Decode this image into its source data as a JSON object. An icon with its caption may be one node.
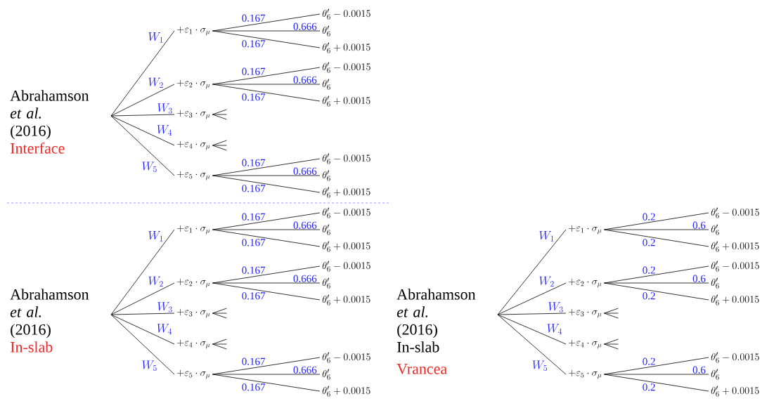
{
  "diagram": {
    "nodes": [
      {
        "text": [
          "Abrahamson *et al.* (2016)",
          "Interface"
        ]
      },
      {
        "text": [
          "+\\varepsilon_1 \\cdot \\sigma_\\mu"
        ]
      },
      {
        "text": [
          "\\theta'_6 - 0.0015"
        ]
      },
      {
        "text": [
          "\\theta'_6"
        ]
      },
      {
        "text": [
          "\\theta'_6 + 0.0015"
        ]
      },
      {
        "text": [
          "+\\varepsilon_2 \\cdot \\sigma_\\mu"
        ]
      },
      {
        "text": [
          "\\theta'_6 - 0.0015"
        ]
      },
      {
        "text": [
          "\\theta'_6"
        ]
      },
      {
        "text": [
          "\\theta'_6 + 0.0015"
        ]
      },
      {
        "text": [
          "+\\varepsilon_3 \\cdot \\sigma_\\mu"
        ]
      },
      {
        "text": [
          "+\\varepsilon_4 \\cdot \\sigma_\\mu"
        ]
      },
      {
        "text": [
          "+\\varepsilon_5 \\cdot \\sigma_\\mu"
        ]
      },
      {
        "text": [
          "\\theta'_6 - 0.0015"
        ]
      },
      {
        "text": [
          "\\theta'_6"
        ]
      },
      {
        "text": [
          "\\theta'_6 + 0.0015"
        ]
      },
      {
        "text": [
          "Abrahamson *et al.* (2016)",
          "In-slab"
        ]
      },
      {
        "text": [
          "+\\varepsilon_1 \\cdot \\sigma_\\mu"
        ]
      },
      {
        "text": [
          "\\theta'_6 - 0.0015"
        ]
      },
      {
        "text": [
          "\\theta'_6"
        ]
      },
      {
        "text": [
          "\\theta'_6 + 0.0015"
        ]
      },
      {
        "text": [
          "+\\varepsilon_2 \\cdot \\sigma_\\mu"
        ]
      },
      {
        "text": [
          "\\theta'_6 - 0.0015"
        ]
      },
      {
        "text": [
          "\\theta'_6"
        ]
      },
      {
        "text": [
          "\\theta'_6 + 0.0015"
        ]
      },
      {
        "text": [
          "+\\varepsilon_3 \\cdot \\sigma_\\mu"
        ]
      },
      {
        "text": [
          "+\\varepsilon_4 \\cdot \\sigma_\\mu"
        ]
      },
      {
        "text": [
          "+\\varepsilon_5 \\cdot \\sigma_\\mu"
        ]
      },
      {
        "text": [
          "\\theta'_6 - 0.0015"
        ]
      },
      {
        "text": [
          "\\theta'_6"
        ]
      },
      {
        "text": [
          "\\theta'_6 + 0.0015"
        ]
      },
      {
        "text": [
          "Abrahamson *et al.* (2016)",
          "In-slab",
          "Vrancea"
        ]
      },
      {
        "text": [
          "+\\varepsilon_1 \\cdot \\sigma_\\mu"
        ]
      },
      {
        "text": [
          "\\theta'_6 - 0.0015"
        ]
      },
      {
        "text": [
          "\\theta'_6"
        ]
      },
      {
        "text": [
          "\\theta'_6 + 0.0015"
        ]
      },
      {
        "text": [
          "+\\varepsilon_2 \\cdot \\sigma_\\mu"
        ]
      },
      {
        "text": [
          "\\theta'_6 - 0.0015"
        ]
      },
      {
        "text": [
          "\\theta'_6"
        ]
      },
      {
        "text": [
          "\\theta'_6 + 0.0015"
        ]
      },
      {
        "text": [
          "+\\varepsilon_3 \\cdot \\sigma_\\mu"
        ]
      },
      {
        "text": [
          "+\\varepsilon_4 \\cdot \\sigma_\\mu"
        ]
      },
      {
        "text": [
          "+\\varepsilon_5 \\cdot \\sigma_\\mu"
        ]
      },
      {
        "text": [
          "\\theta'_6 - 0.0015"
        ]
      },
      {
        "text": [
          "\\theta'_6"
        ]
      },
      {
        "text": [
          "\\theta'_6 + 0.0015"
        ]
      }
    ],
    "edges": [
      {
        "from": 0,
        "to": 1,
        "arrow": "none",
        "label": "W_1"
      },
      {
        "from": 0,
        "to": 5,
        "arrow": "none",
        "label": "W_2"
      },
      {
        "from": 0,
        "to": 9,
        "arrow": "none",
        "label": "W_3"
      },
      {
        "from": 0,
        "to": 10,
        "arrow": "none",
        "label": "W_4"
      },
      {
        "from": 0,
        "to": 11,
        "arrow": "none",
        "label": "W_5"
      },
      {
        "from": 1,
        "to": 2,
        "arrow": "none",
        "label": "0.167"
      },
      {
        "from": 1,
        "to": 3,
        "arrow": "none",
        "label": "0.666"
      },
      {
        "from": 1,
        "to": 4,
        "arrow": "none",
        "label": "0.167"
      },
      {
        "from": 5,
        "to": 6,
        "arrow": "none",
        "label": "0.167"
      },
      {
        "from": 5,
        "to": 7,
        "arrow": "none",
        "label": "0.666"
      },
      {
        "from": 5,
        "to": 8,
        "arrow": "none",
        "label": "0.167"
      },
      {
        "from": 11,
        "to": 12,
        "arrow": "none",
        "label": "0.167"
      },
      {
        "from": 11,
        "to": 13,
        "arrow": "none",
        "label": "0.666"
      },
      {
        "from": 11,
        "to": 14,
        "arrow": "none",
        "label": "0.167"
      },
      {
        "from": 9,
        "to": null,
        "arrow": "none"
      },
      {
        "from": 9,
        "to": null,
        "arrow": "none"
      },
      {
        "from": 9,
        "to": null,
        "arrow": "none"
      },
      {
        "from": 10,
        "to": null,
        "arrow": "none"
      },
      {
        "from": 10,
        "to": null,
        "arrow": "none"
      },
      {
        "from": 10,
        "to": null,
        "arrow": "none"
      },
      {
        "from": 15,
        "to": 16,
        "arrow": "none",
        "label": "W_1"
      },
      {
        "from": 15,
        "to": 20,
        "arrow": "none",
        "label": "W_2"
      },
      {
        "from": 15,
        "to": 24,
        "arrow": "none",
        "label": "W_3"
      },
      {
        "from": 15,
        "to": 25,
        "arrow": "none",
        "label": "W_4"
      },
      {
        "from": 15,
        "to": 26,
        "arrow": "none",
        "label": "W_5"
      },
      {
        "from": 16,
        "to": 17,
        "arrow": "none",
        "label": "0.167"
      },
      {
        "from": 16,
        "to": 18,
        "arrow": "none",
        "label": "0.666"
      },
      {
        "from": 16,
        "to": 19,
        "arrow": "none",
        "label": "0.167"
      },
      {
        "from": 20,
        "to": 21,
        "arrow": "none",
        "label": "0.167"
      },
      {
        "from": 20,
        "to": 22,
        "arrow": "none",
        "label": "0.666"
      },
      {
        "from": 20,
        "to": 23,
        "arrow": "none",
        "label": "0.167"
      },
      {
        "from": 26,
        "to": 27,
        "arrow": "none",
        "label": "0.167"
      },
      {
        "from": 26,
        "to": 28,
        "arrow": "none",
        "label": "0.666"
      },
      {
        "from": 26,
        "to": 29,
        "arrow": "none",
        "label": "0.167"
      },
      {
        "from": 24,
        "to": null,
        "arrow": "none"
      },
      {
        "from": 24,
        "to": null,
        "arrow": "none"
      },
      {
        "from": 24,
        "to": null,
        "arrow": "none"
      },
      {
        "from": 25,
        "to": null,
        "arrow": "none"
      },
      {
        "from": 25,
        "to": null,
        "arrow": "none"
      },
      {
        "from": 25,
        "to": null,
        "arrow": "none"
      },
      {
        "from": 30,
        "to": 31,
        "arrow": "none",
        "label": "W_1"
      },
      {
        "from": 30,
        "to": 35,
        "arrow": "none",
        "label": "W_2"
      },
      {
        "from": 30,
        "to": 39,
        "arrow": "none",
        "label": "W_3"
      },
      {
        "from": 30,
        "to": 40,
        "arrow": "none",
        "label": "W_4"
      },
      {
        "from": 30,
        "to": 41,
        "arrow": "none",
        "label": "W_5"
      },
      {
        "from": 31,
        "to": 32,
        "arrow": "none",
        "label": "0.2"
      },
      {
        "from": 31,
        "to": 33,
        "arrow": "none",
        "label": "0.6"
      },
      {
        "from": 31,
        "to": 34,
        "arrow": "none",
        "label": "0.2"
      },
      {
        "from": 35,
        "to": 36,
        "arrow": "none",
        "label": "0.2"
      },
      {
        "from": 35,
        "to": 37,
        "arrow": "none",
        "label": "0.6"
      },
      {
        "from": 35,
        "to": 38,
        "arrow": "none",
        "label": "0.2"
      },
      {
        "from": 41,
        "to": 42,
        "arrow": "none",
        "label": "0.2"
      },
      {
        "from": 41,
        "to": 43,
        "arrow": "none",
        "label": "0.6"
      },
      {
        "from": 41,
        "to": 44,
        "arrow": "none",
        "label": "0.2"
      },
      {
        "from": 39,
        "to": null,
        "arrow": "none"
      },
      {
        "from": 39,
        "to": null,
        "arrow": "none"
      },
      {
        "from": 39,
        "to": null,
        "arrow": "none"
      },
      {
        "from": 40,
        "to": null,
        "arrow": "none"
      },
      {
        "from": 40,
        "to": null,
        "arrow": "none"
      },
      {
        "from": 40,
        "to": null,
        "arrow": "none"
      }
    ]
  }
}
